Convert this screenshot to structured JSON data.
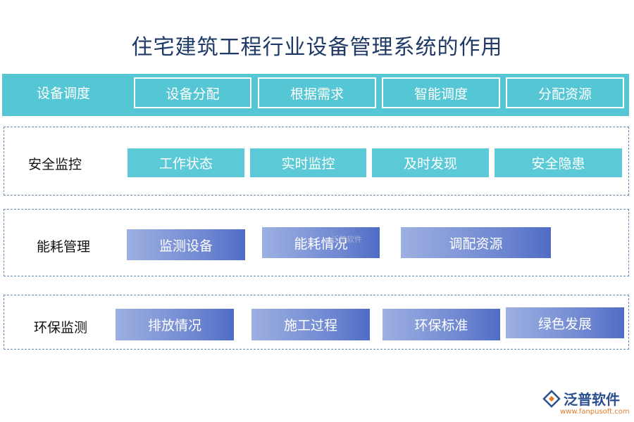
{
  "title": "住宅建筑工程行业设备管理系统的作用",
  "rows": [
    {
      "label": "设备调度",
      "items": [
        "设备分配",
        "根据需求",
        "智能调度",
        "分配资源"
      ]
    },
    {
      "label": "安全监控",
      "items": [
        "工作状态",
        "实时监控",
        "及时发现",
        "安全隐患"
      ]
    },
    {
      "label": "能耗管理",
      "items": [
        "监测设备",
        "能耗情况",
        "调配资源"
      ]
    },
    {
      "label": "环保监测",
      "items": [
        "排放情况",
        "施工过程",
        "环保标准",
        "绿色发展"
      ]
    }
  ],
  "watermark": "泛普软件",
  "logo": {
    "name": "泛普软件",
    "url": "www.fanpusoft.com"
  },
  "colors": {
    "title": "#1f3a66",
    "teal": "#55c6d3",
    "blue_gradient_start": "#9db0e2",
    "blue_gradient_end": "#4f6cc6",
    "dashed_border": "#6b87b6"
  }
}
